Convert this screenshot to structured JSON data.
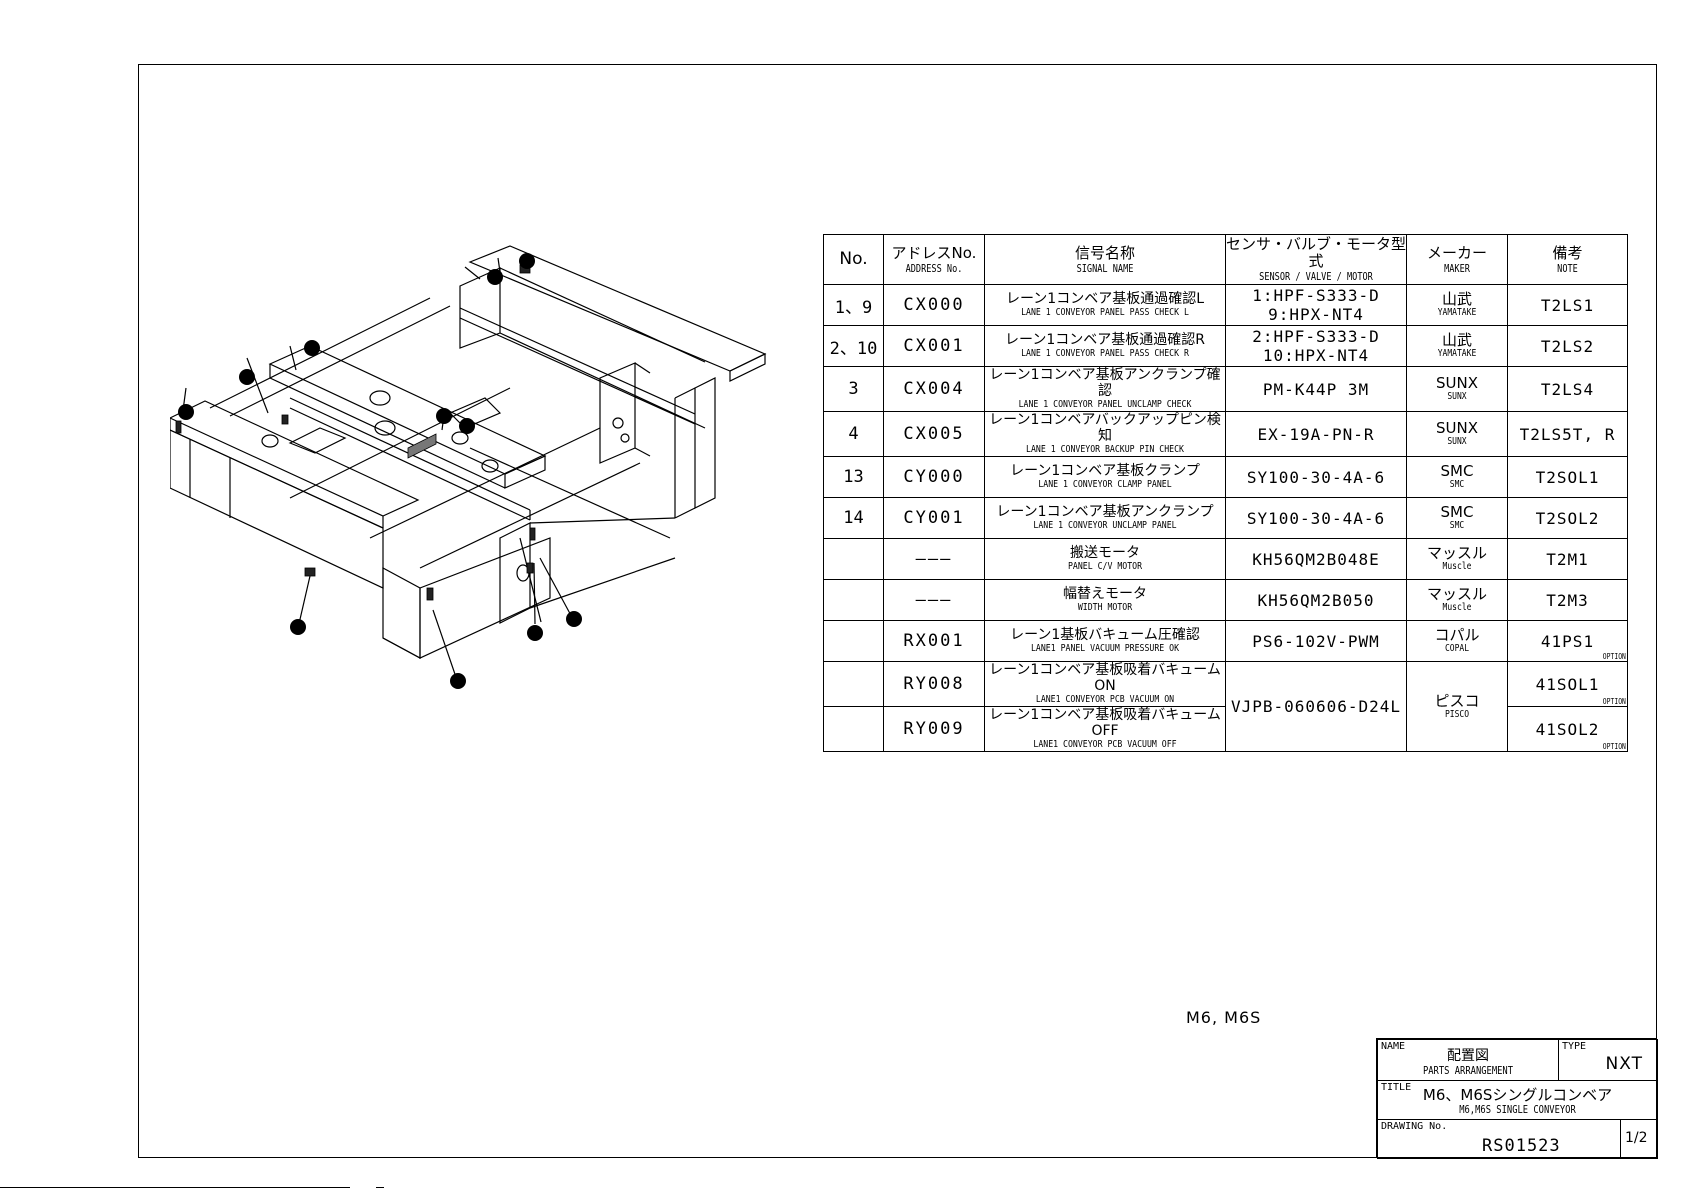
{
  "table": {
    "headers": [
      {
        "jp": "No.",
        "en": ""
      },
      {
        "jp": "アドレスNo.",
        "en": "ADDRESS No."
      },
      {
        "jp": "信号名称",
        "en": "SIGNAL NAME"
      },
      {
        "jp": "センサ・バルブ・モータ型式",
        "en": "SENSOR / VALVE / MOTOR"
      },
      {
        "jp": "メーカー",
        "en": "MAKER"
      },
      {
        "jp": "備考",
        "en": "NOTE"
      }
    ],
    "rows": [
      {
        "no": "1、9",
        "address": "CX000",
        "signal_jp": "レーン1コンベア基板通過確認L",
        "signal_en": "LANE 1 CONVEYOR PANEL PASS CHECK L",
        "model_1": "1:HPF-S333-D",
        "model_2": "9:HPX-NT4",
        "maker_jp": "山武",
        "maker_en": "YAMATAKE",
        "note": "T2LS1",
        "note_opt": ""
      },
      {
        "no": "2、10",
        "address": "CX001",
        "signal_jp": "レーン1コンベア基板通過確認R",
        "signal_en": "LANE 1 CONVEYOR PANEL PASS CHECK R",
        "model_1": "2:HPF-S333-D",
        "model_2": "10:HPX-NT4",
        "maker_jp": "山武",
        "maker_en": "YAMATAKE",
        "note": "T2LS2",
        "note_opt": ""
      },
      {
        "no": "3",
        "address": "CX004",
        "signal_jp": "レーン1コンベア基板アンクランプ確認",
        "signal_en": "LANE 1 CONVEYOR PANEL UNCLAMP CHECK",
        "model_1": "PM-K44P 3M",
        "model_2": "",
        "maker_jp": "SUNX",
        "maker_en": "SUNX",
        "note": "T2LS4",
        "note_opt": ""
      },
      {
        "no": "4",
        "address": "CX005",
        "signal_jp": "レーン1コンベアバックアップピン検知",
        "signal_en": "LANE 1 CONVEYOR BACKUP PIN CHECK",
        "model_1": "EX-19A-PN-R",
        "model_2": "",
        "maker_jp": "SUNX",
        "maker_en": "SUNX",
        "note": "T2LS5T, R",
        "note_opt": ""
      },
      {
        "no": "13",
        "address": "CY000",
        "signal_jp": "レーン1コンベア基板クランプ",
        "signal_en": "LANE 1 CONVEYOR CLAMP PANEL",
        "model_1": "SY100-30-4A-6",
        "model_2": "",
        "maker_jp": "SMC",
        "maker_en": "SMC",
        "note": "T2SOL1",
        "note_opt": ""
      },
      {
        "no": "14",
        "address": "CY001",
        "signal_jp": "レーン1コンベア基板アンクランプ",
        "signal_en": "LANE 1 CONVEYOR UNCLAMP PANEL",
        "model_1": "SY100-30-4A-6",
        "model_2": "",
        "maker_jp": "SMC",
        "maker_en": "SMC",
        "note": "T2SOL2",
        "note_opt": ""
      },
      {
        "no": "",
        "address": "———",
        "signal_jp": "搬送モータ",
        "signal_en": "PANEL C/V MOTOR",
        "model_1": "KH56QM2B048E",
        "model_2": "",
        "maker_jp": "マッスル",
        "maker_en": "Muscle",
        "note": "T2M1",
        "note_opt": ""
      },
      {
        "no": "",
        "address": "———",
        "signal_jp": "幅替えモータ",
        "signal_en": "WIDTH MOTOR",
        "model_1": "KH56QM2B050",
        "model_2": "",
        "maker_jp": "マッスル",
        "maker_en": "Muscle",
        "note": "T2M3",
        "note_opt": ""
      },
      {
        "no": "",
        "address": "RX001",
        "signal_jp": "レーン1基板バキューム圧確認",
        "signal_en": "LANE1 PANEL VACUUM PRESSURE OK",
        "model_1": "PS6-102V-PWM",
        "model_2": "",
        "maker_jp": "コパル",
        "maker_en": "COPAL",
        "note": "41PS1",
        "note_opt": "OPTION"
      }
    ],
    "merged": {
      "model": "VJPB-060606-D24L",
      "maker_jp": "ピスコ",
      "maker_en": "PISCO",
      "rows": [
        {
          "no": "",
          "address": "RY008",
          "signal_jp": "レーン1コンベア基板吸着バキュームON",
          "signal_en": "LANE1 CONVEYOR PCB VACUUM ON",
          "note": "41SOL1",
          "note_opt": "OPTION"
        },
        {
          "no": "",
          "address": "RY009",
          "signal_jp": "レーン1コンベア基板吸着バキュームOFF",
          "signal_en": "LANE1 CONVEYOR PCB VACUUM OFF",
          "note": "41SOL2",
          "note_opt": "OPTION"
        }
      ]
    }
  },
  "model_label": "M6, M6S",
  "title_block": {
    "name_label": "NAME",
    "name_jp": "配置図",
    "name_en": "PARTS ARRANGEMENT",
    "type_label": "TYPE",
    "type_value": "NXT",
    "title_label": "TITLE",
    "title_jp": "M6、M6Sシングルコンベア",
    "title_en": "M6,M6S SINGLE CONVEYOR",
    "drawing_label": "DRAWING No.",
    "drawing_no": "RS01523",
    "sheet": "1/2"
  }
}
